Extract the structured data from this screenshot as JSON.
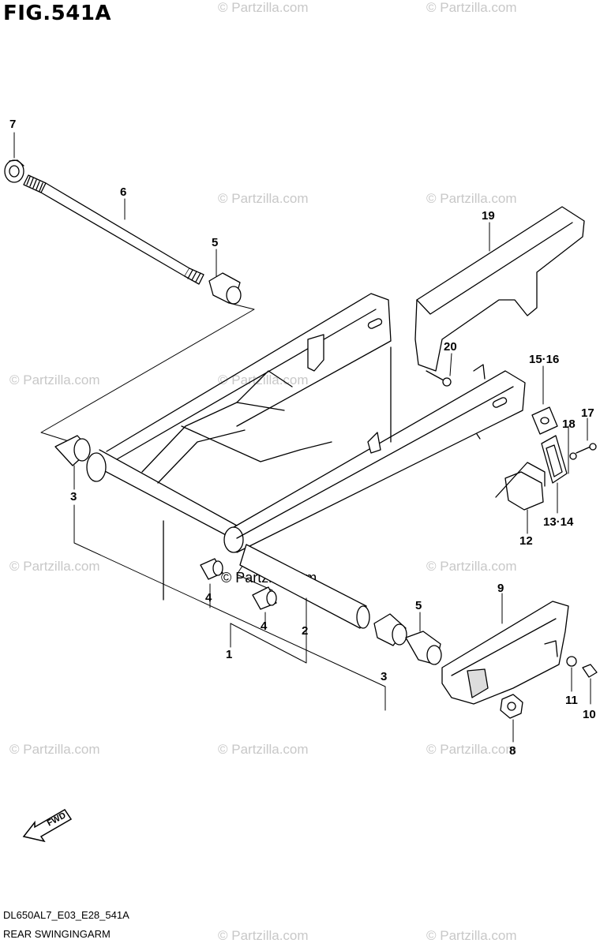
{
  "figure_title": "FIG.541A",
  "model_code": "DL650AL7_E03_E28_541A",
  "assembly_name": "REAR SWINGINGARM",
  "watermark": "© Partzilla.com",
  "fwd_label": "FWD",
  "callouts": [
    "7",
    "6",
    "5",
    "19",
    "20",
    "15·16",
    "17",
    "18",
    "13·14",
    "12",
    "3",
    "4",
    "4",
    "2",
    "1",
    "3",
    "5",
    "9",
    "11",
    "10",
    "8"
  ]
}
